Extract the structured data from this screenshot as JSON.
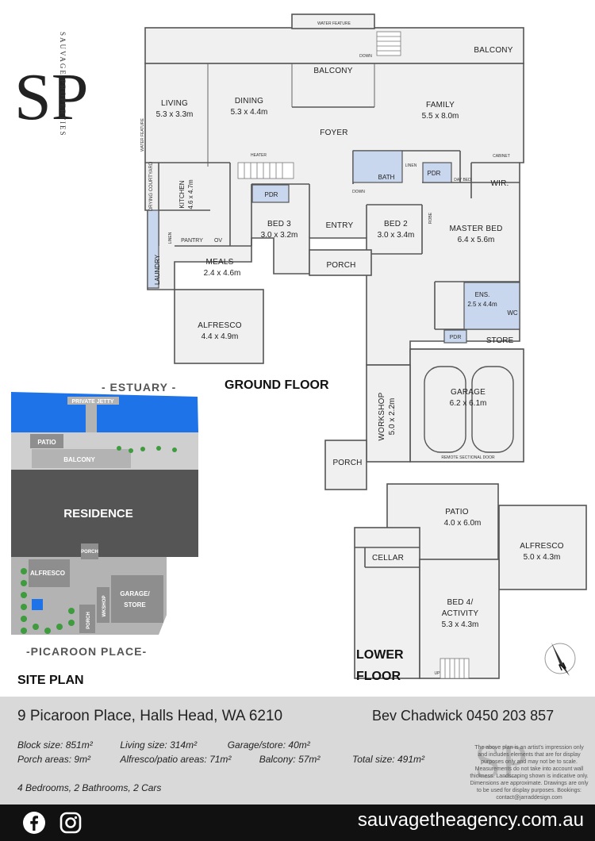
{
  "logo": {
    "initials": "SP",
    "side_text": "SAUVAGE PROPERTIES"
  },
  "ground_floor": {
    "title": "GROUND FLOOR",
    "rooms": [
      {
        "id": "living",
        "name": "LIVING",
        "dim": "5.3 x 3.3m"
      },
      {
        "id": "dining",
        "name": "DINING",
        "dim": "5.3 x 4.4m"
      },
      {
        "id": "family",
        "name": "FAMILY",
        "dim": "5.5 x 8.0m"
      },
      {
        "id": "kitchen",
        "name": "KITCHEN",
        "dim": "4.6 x 4.7m"
      },
      {
        "id": "bed3",
        "name": "BED 3",
        "dim": "3.0 x 3.2m"
      },
      {
        "id": "bed2",
        "name": "BED 2",
        "dim": "3.0 x 3.4m"
      },
      {
        "id": "master",
        "name": "MASTER BED",
        "dim": "6.4 x 5.6m"
      },
      {
        "id": "meals",
        "name": "MEALS",
        "dim": "2.4 x 4.6m"
      },
      {
        "id": "alfresco",
        "name": "ALFRESCO",
        "dim": "4.4 x 4.9m"
      },
      {
        "id": "ens",
        "name": "ENS.",
        "dim": "2.5 x 4.4m"
      },
      {
        "id": "garage",
        "name": "GARAGE",
        "dim": "6.2 x 6.1m"
      },
      {
        "id": "workshop",
        "name": "WORKSHOP",
        "dim": "5.0 x 2.2m"
      }
    ],
    "labels": {
      "balcony": "BALCONY",
      "balcony2": "BALCONY",
      "foyer": "FOYER",
      "entry": "ENTRY",
      "porch": "PORCH",
      "porch2": "PORCH",
      "bath": "BATH",
      "linen": "LINEN",
      "linen2": "LINEN",
      "pdr1": "PDR",
      "pdr2": "PDR",
      "pdr3": "PDR",
      "wir": "WIR.",
      "robe": "ROBE",
      "wc": "WC",
      "store": "STORE",
      "pantry": "PANTRY",
      "ov": "OV",
      "laundry": "LAUNDRY",
      "drying": "DRYING COURTYARD",
      "heater": "HEATER",
      "water1": "WATER FEATURE",
      "water2": "WATER FEATURE",
      "cabinet": "CABINET",
      "daybed": "DAY BED",
      "down": "DOWN",
      "remote": "REMOTE SECTIONAL DOOR"
    }
  },
  "lower_floor": {
    "title_line1": "LOWER",
    "title_line2": "FLOOR",
    "rooms": [
      {
        "id": "patio",
        "name": "PATIO",
        "dim": "4.0 x 6.0m"
      },
      {
        "id": "lalfresco",
        "name": "ALFRESCO",
        "dim": "5.0 x 4.3m"
      },
      {
        "id": "bed4",
        "name": "BED 4/",
        "name2": "ACTIVITY",
        "dim": "5.3 x 4.3m"
      }
    ],
    "labels": {
      "cellar": "CELLAR",
      "up": "UP"
    }
  },
  "site_plan": {
    "title": "SITE PLAN",
    "estuary": "- ESTUARY -",
    "street": "-PICAROON PLACE-",
    "labels": {
      "jetty": "PRIVATE JETTY",
      "patio": "PATIO",
      "balcony": "BALCONY",
      "residence": "RESIDENCE",
      "porch": "PORCH",
      "alfresco": "ALFRESCO",
      "workshop": "WKSHOP",
      "porch2": "PORCH",
      "garage": "GARAGE/",
      "store": "STORE"
    }
  },
  "compass": {
    "label": "N"
  },
  "listing": {
    "address": "9 Picaroon Place, Halls Head, WA 6210",
    "agent": "Bev Chadwick   0450 203 857",
    "stats_row1": [
      {
        "label": "Block size:",
        "value": "851m²"
      },
      {
        "label": "Living size:",
        "value": "314m²"
      },
      {
        "label": "Garage/store:",
        "value": "40m²"
      }
    ],
    "stats_row2": [
      {
        "label": "Porch areas:",
        "value": "9m²"
      },
      {
        "label": "Alfresco/patio areas:",
        "value": "71m²"
      },
      {
        "label": "Balcony:",
        "value": "57m²"
      },
      {
        "label": "Total size:",
        "value": "491m²"
      }
    ],
    "summary": "4 Bedrooms, 2 Bathrooms, 2 Cars",
    "disclaimer": "The above plan is an artist's impression only and includes elements that are for display purposes only and may not be to scale. Measurements do not take into account wall thickness. Landscaping shown is indicative only. Dimensions are approximate. Drawings are only to be used for display purposes. Bookings: contact@jarraddesign.com"
  },
  "footer": {
    "website": "sauvagetheagency.com.au",
    "facebook": "facebook-icon",
    "instagram": "instagram-icon"
  },
  "colors": {
    "floor": "#f0f0f0",
    "wall": "#555555",
    "wet": "#c9d7ee",
    "water": "#1e73e8",
    "residence": "#555555",
    "site_grey": "#b3b3b3",
    "info_bg": "#d9d9d9",
    "footer_bg": "#111111"
  }
}
